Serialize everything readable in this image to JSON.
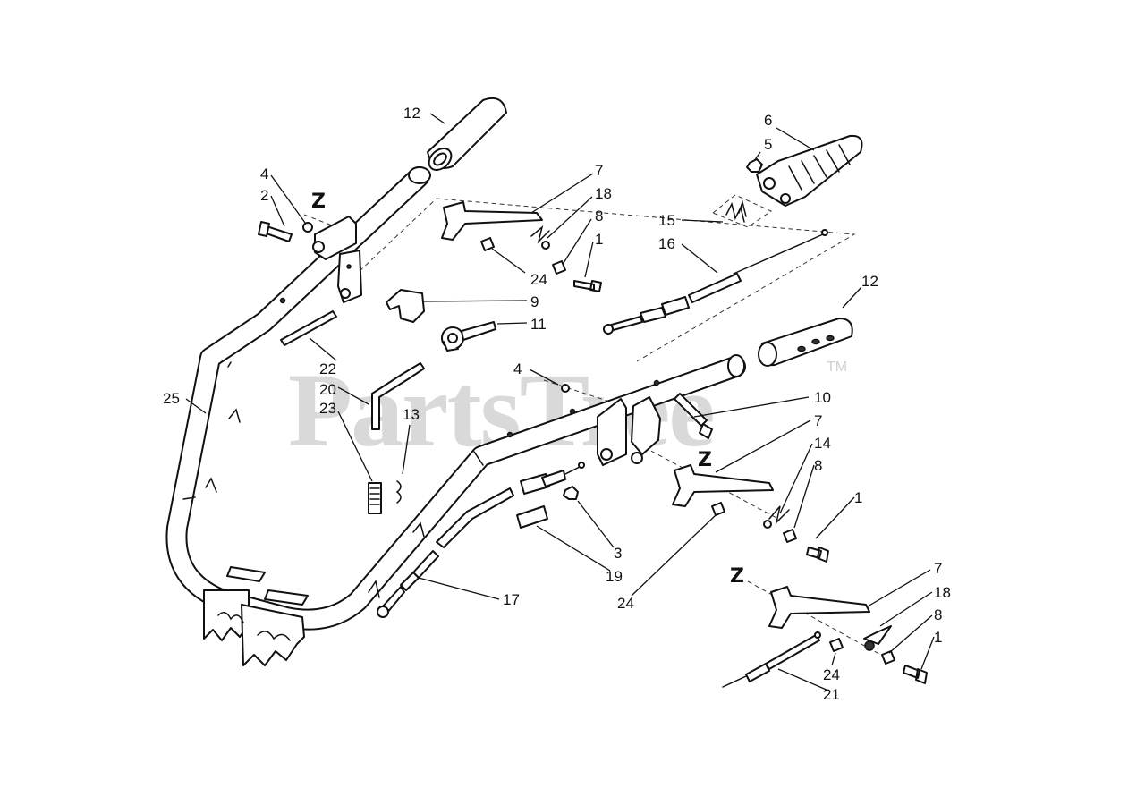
{
  "watermark": {
    "text": "PartsTree",
    "trademark": "TM"
  },
  "zone_markers": [
    {
      "id": "z1",
      "text": "Z"
    },
    {
      "id": "z2",
      "text": "Z"
    },
    {
      "id": "z3",
      "text": "Z"
    }
  ],
  "callouts": [
    {
      "id": "c12a",
      "text": "12"
    },
    {
      "id": "c6",
      "text": "6"
    },
    {
      "id": "c5",
      "text": "5"
    },
    {
      "id": "c4a",
      "text": "4"
    },
    {
      "id": "c2",
      "text": "2"
    },
    {
      "id": "c7a",
      "text": "7"
    },
    {
      "id": "c18a",
      "text": "18"
    },
    {
      "id": "c8a",
      "text": "8"
    },
    {
      "id": "c1a",
      "text": "1"
    },
    {
      "id": "c15",
      "text": "15"
    },
    {
      "id": "c16",
      "text": "16"
    },
    {
      "id": "c24a",
      "text": "24"
    },
    {
      "id": "c9",
      "text": "9"
    },
    {
      "id": "c11",
      "text": "11"
    },
    {
      "id": "c12b",
      "text": "12"
    },
    {
      "id": "c22",
      "text": "22"
    },
    {
      "id": "c20",
      "text": "20"
    },
    {
      "id": "c23",
      "text": "23"
    },
    {
      "id": "c13",
      "text": "13"
    },
    {
      "id": "c25",
      "text": "25"
    },
    {
      "id": "c4b",
      "text": "4"
    },
    {
      "id": "c10",
      "text": "10"
    },
    {
      "id": "c7b",
      "text": "7"
    },
    {
      "id": "c14",
      "text": "14"
    },
    {
      "id": "c8b",
      "text": "8"
    },
    {
      "id": "c1b",
      "text": "1"
    },
    {
      "id": "c3",
      "text": "3"
    },
    {
      "id": "c19",
      "text": "19"
    },
    {
      "id": "c24b",
      "text": "24"
    },
    {
      "id": "c17",
      "text": "17"
    },
    {
      "id": "c7c",
      "text": "7"
    },
    {
      "id": "c18b",
      "text": "18"
    },
    {
      "id": "c8c",
      "text": "8"
    },
    {
      "id": "c1c",
      "text": "1"
    },
    {
      "id": "c24c",
      "text": "24"
    },
    {
      "id": "c21",
      "text": "21"
    }
  ]
}
